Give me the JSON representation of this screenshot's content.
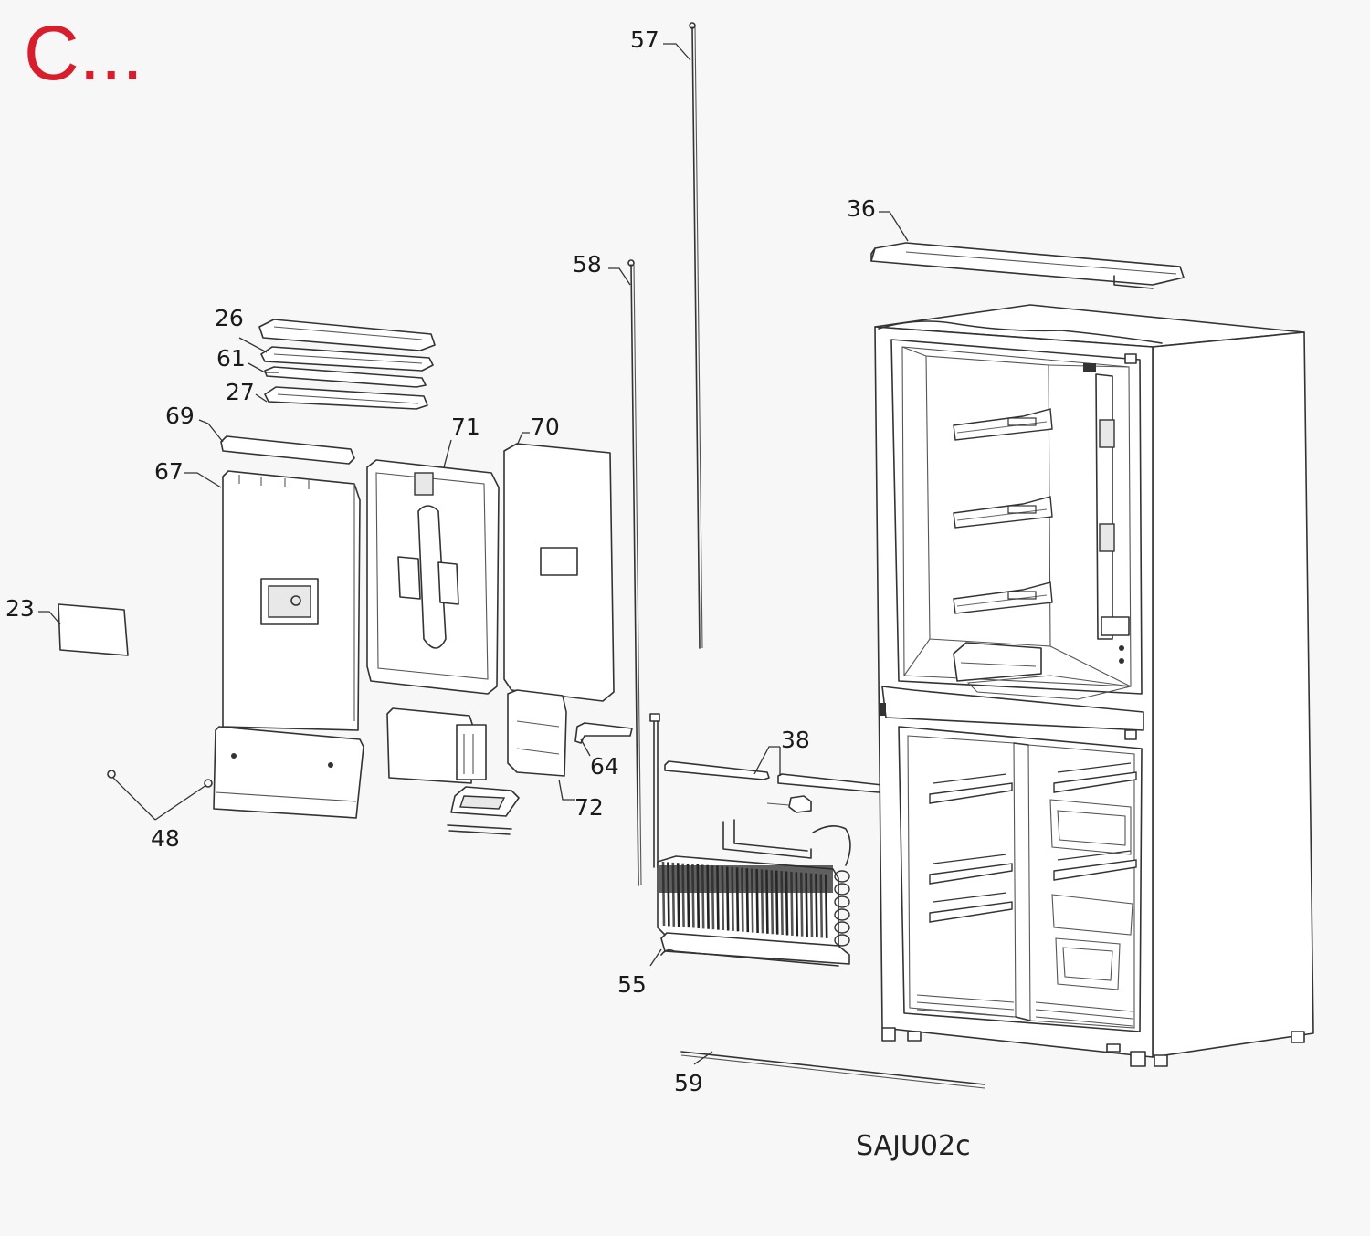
{
  "header": {
    "title": "C...",
    "color": "#d81e2c"
  },
  "model_code": "SAJU02c",
  "callouts": [
    {
      "id": "p57",
      "label": "57"
    },
    {
      "id": "p58",
      "label": "58"
    },
    {
      "id": "p36",
      "label": "36"
    },
    {
      "id": "p26",
      "label": "26"
    },
    {
      "id": "p61",
      "label": "61"
    },
    {
      "id": "p27",
      "label": "27"
    },
    {
      "id": "p69",
      "label": "69"
    },
    {
      "id": "p71",
      "label": "71"
    },
    {
      "id": "p70",
      "label": "70"
    },
    {
      "id": "p67",
      "label": "67"
    },
    {
      "id": "p23",
      "label": "23"
    },
    {
      "id": "p38",
      "label": "38"
    },
    {
      "id": "p64",
      "label": "64"
    },
    {
      "id": "p72",
      "label": "72"
    },
    {
      "id": "p48",
      "label": "48"
    },
    {
      "id": "p55",
      "label": "55"
    },
    {
      "id": "p59",
      "label": "59"
    }
  ]
}
